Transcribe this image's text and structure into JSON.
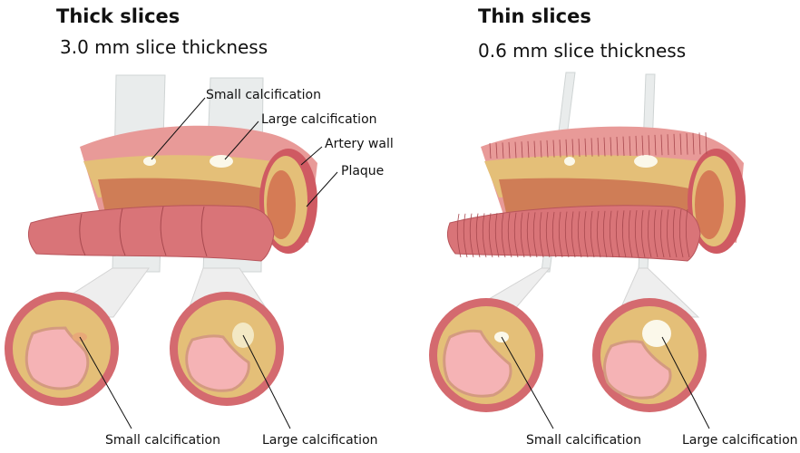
{
  "left": {
    "title": "Thick slices",
    "subtitle": "3.0 mm slice thickness",
    "labels": {
      "small_calcification": "Small calcification",
      "large_calcification": "Large calcification",
      "artery_wall": "Artery wall",
      "plaque": "Plaque"
    },
    "bottom_labels": [
      "Small calcification",
      "Large calcification"
    ]
  },
  "right": {
    "title": "Thin slices",
    "subtitle": "0.6 mm slice thickness",
    "bottom_labels": [
      "Small calcification",
      "Large calcification"
    ]
  },
  "colors": {
    "wall_outer": "#d46a6f",
    "wall_light": "#e89a98",
    "plaque": "#e4bf78",
    "plaque_dark": "#cc9a52",
    "lumen": "#f5b3b5",
    "inner_wall": "#d07a55",
    "calcification": "#fbf8ea",
    "slice_band": "#e9ecec"
  }
}
